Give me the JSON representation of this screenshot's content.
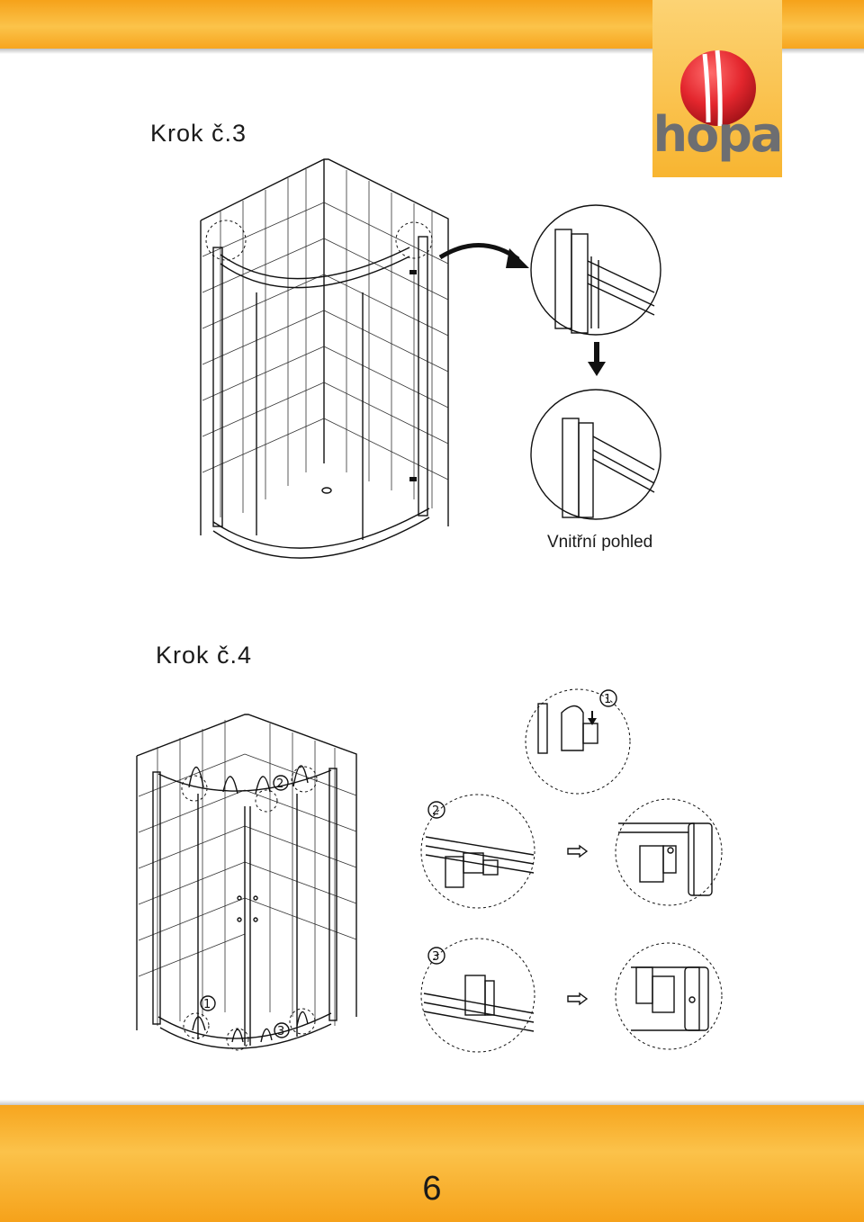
{
  "header": {
    "brand": "hopa",
    "colors": {
      "band": "#f8b02c",
      "logo_red": "#e3262d",
      "logo_grey": "#6d6e71"
    }
  },
  "step3": {
    "title": "Krok č.3",
    "inner_view_caption": "Vnitřní pohled"
  },
  "step4": {
    "title": "Krok č.4",
    "markers": [
      "1",
      "2",
      "3"
    ]
  },
  "footer": {
    "page_number": "6"
  }
}
